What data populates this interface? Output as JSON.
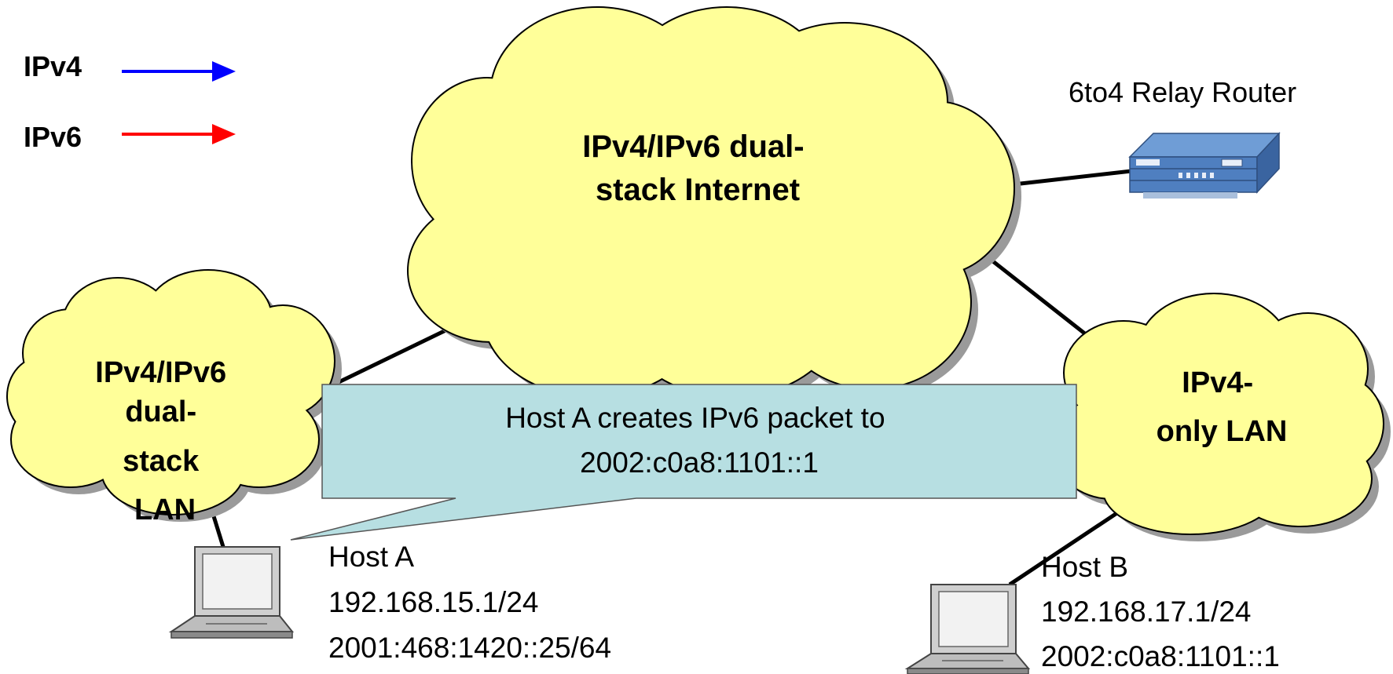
{
  "legend": {
    "ipv4_label": "IPv4",
    "ipv6_label": "IPv6",
    "ipv4_color": "#0000ff",
    "ipv6_color": "#ff0000"
  },
  "clouds": {
    "internet": [
      "IPv4/IPv6 dual-",
      "stack Internet"
    ],
    "dual_stack_lan": [
      "IPv4/IPv6",
      "dual-",
      "stack",
      "LAN"
    ],
    "ipv4_only_lan": [
      "IPv4-",
      "only LAN"
    ]
  },
  "relay_router": {
    "label": "6to4 Relay Router"
  },
  "callout": {
    "lines": [
      "Host A creates IPv6 packet to",
      "2002:c0a8:1101::1"
    ]
  },
  "host_a": {
    "lines": [
      "Host A",
      "192.168.15.1/24",
      "2001:468:1420::25/64"
    ]
  },
  "host_b": {
    "lines": [
      "Host B",
      "192.168.17.1/24",
      "2002:c0a8:1101::1"
    ]
  },
  "colors": {
    "cloud_fill": "#ffff99",
    "cloud_shadow": "#9a9a9a",
    "callout_fill": "#b7dfe2",
    "router": "#4f7fc0",
    "laptop": "#bdbdbd"
  }
}
